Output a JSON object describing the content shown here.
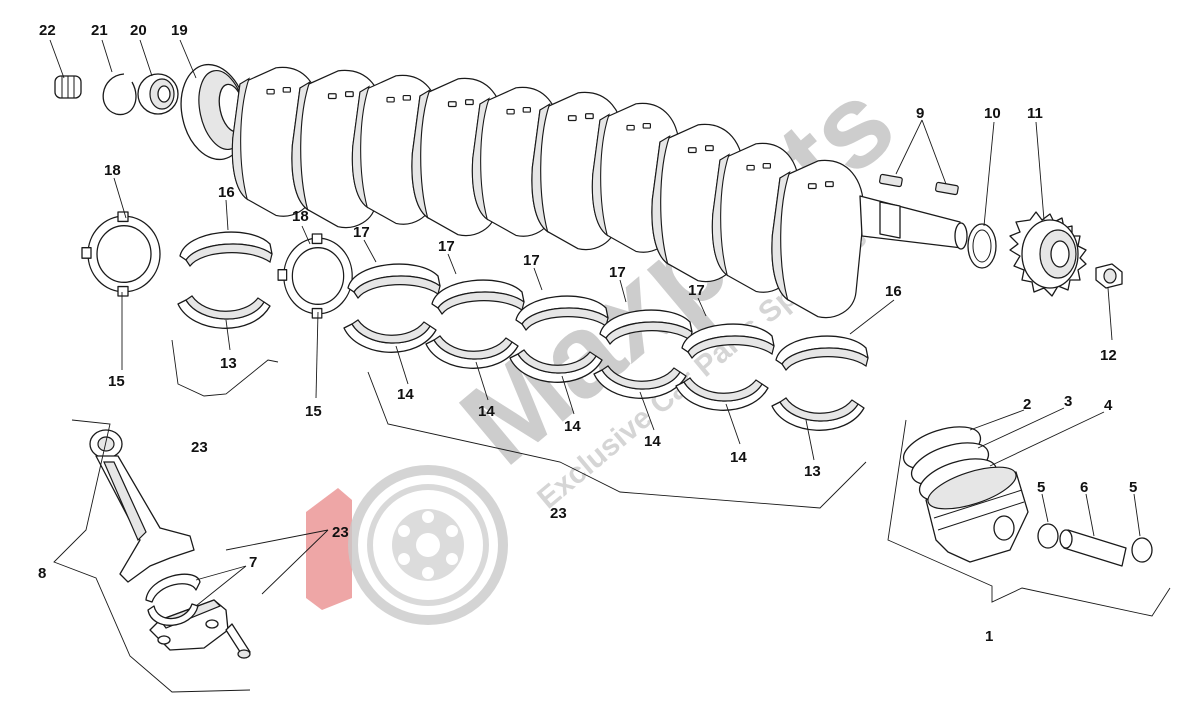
{
  "watermark": {
    "brand": "Maxparts",
    "tagline": "Exclusive Car Parts Specialist",
    "colors": {
      "gray": "#bdbdbd",
      "red": "#e36a6a"
    }
  },
  "callouts": {
    "c1": "1",
    "c2": "2",
    "c3": "3",
    "c4": "4",
    "c5a": "5",
    "c5b": "5",
    "c6": "6",
    "c7": "7",
    "c8": "8",
    "c9": "9",
    "c10": "10",
    "c11": "11",
    "c12": "12",
    "c13a": "13",
    "c13b": "13",
    "c14a": "14",
    "c14b": "14",
    "c14c": "14",
    "c14d": "14",
    "c14e": "14",
    "c15a": "15",
    "c15b": "15",
    "c16a": "16",
    "c16b": "16",
    "c17a": "17",
    "c17b": "17",
    "c17c": "17",
    "c17d": "17",
    "c17e": "17",
    "c18a": "18",
    "c18b": "18",
    "c19": "19",
    "c20": "20",
    "c21": "21",
    "c22": "22",
    "c23a": "23",
    "c23b": "23",
    "c23c": "23"
  }
}
